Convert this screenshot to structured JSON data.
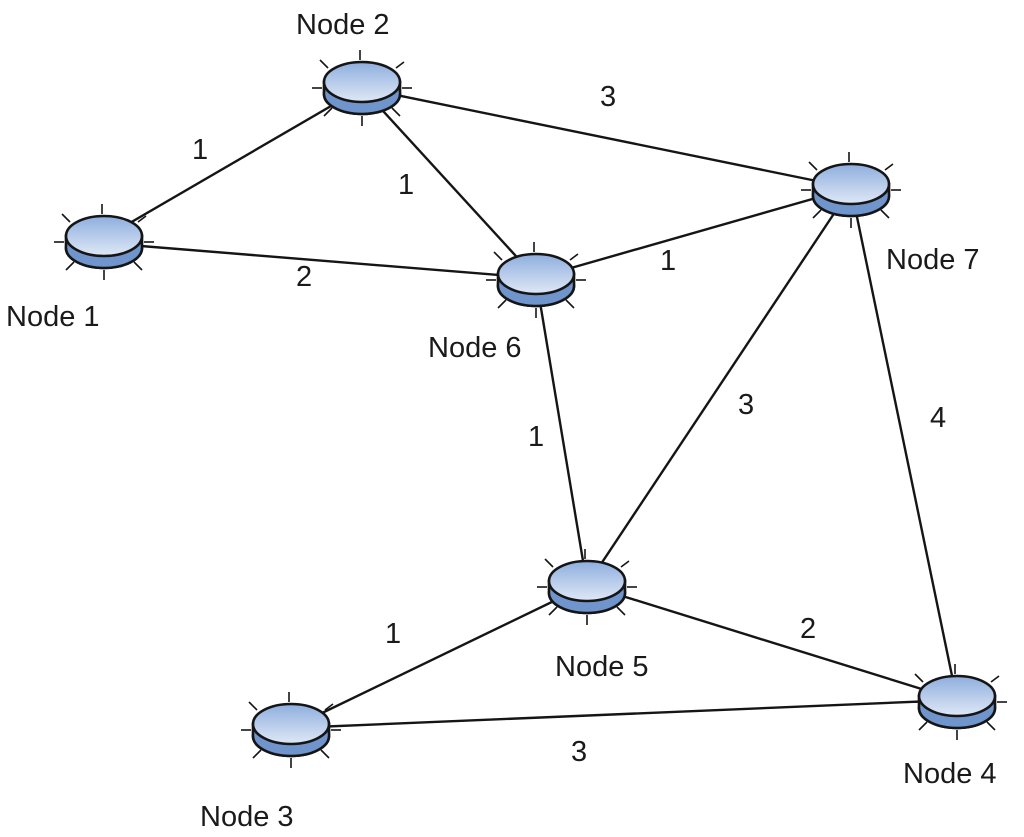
{
  "colors": {
    "router_top_light": "#dfe8f6",
    "router_top_dark": "#8eaede",
    "router_side": "#6f95cc",
    "line": "#151515"
  },
  "nodes": {
    "n1": {
      "label": "Node 1"
    },
    "n2": {
      "label": "Node 2"
    },
    "n3": {
      "label": "Node 3"
    },
    "n4": {
      "label": "Node 4"
    },
    "n5": {
      "label": "Node 5"
    },
    "n6": {
      "label": "Node 6"
    },
    "n7": {
      "label": "Node 7"
    }
  },
  "edges": {
    "e1_2": {
      "from": "Node 1",
      "to": "Node 2",
      "weight": "1"
    },
    "e1_6": {
      "from": "Node 1",
      "to": "Node 6",
      "weight": "2"
    },
    "e2_6": {
      "from": "Node 2",
      "to": "Node 6",
      "weight": "1"
    },
    "e2_7": {
      "from": "Node 2",
      "to": "Node 7",
      "weight": "3"
    },
    "e6_7": {
      "from": "Node 6",
      "to": "Node 7",
      "weight": "1"
    },
    "e6_5": {
      "from": "Node 6",
      "to": "Node 5",
      "weight": "1"
    },
    "e7_5": {
      "from": "Node 7",
      "to": "Node 5",
      "weight": "3"
    },
    "e7_4": {
      "from": "Node 7",
      "to": "Node 4",
      "weight": "4"
    },
    "e5_3": {
      "from": "Node 5",
      "to": "Node 3",
      "weight": "1"
    },
    "e5_4": {
      "from": "Node 5",
      "to": "Node 4",
      "weight": "2"
    },
    "e3_4": {
      "from": "Node 3",
      "to": "Node 4",
      "weight": "3"
    }
  }
}
